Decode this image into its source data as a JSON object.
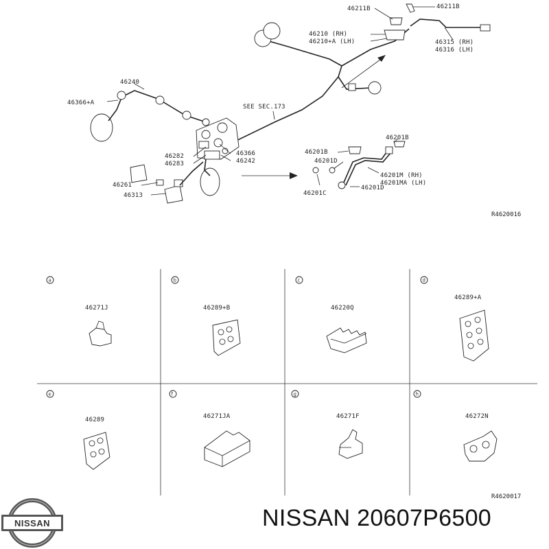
{
  "top_diagram": {
    "labels": {
      "l_46211B_a": "46211B",
      "l_46211B_b": "46211B",
      "l_46210": "46210   (RH)",
      "l_46210A": "46210+A (LH)",
      "l_46315": "46315 (RH)",
      "l_46316": "46316 (LH)",
      "l_46240": "46240",
      "l_46366A": "46366+A",
      "l_seesec": "SEE SEC.173",
      "l_46282": "46282",
      "l_46283": "46283",
      "l_46366": "46366",
      "l_46242": "46242",
      "l_46261": "46261",
      "l_46313": "46313",
      "l_46201B_a": "46201B",
      "l_46201B_b": "46201B",
      "l_46201D_a": "46201D",
      "l_46201D_b": "46201D",
      "l_46201C": "46201C",
      "l_46201M": "46201M  (RH)",
      "l_46201MA": "46201MA (LH)"
    },
    "reference": "R4620016"
  },
  "clip_grid": {
    "cells": [
      {
        "letter": "a",
        "part": "46271J"
      },
      {
        "letter": "b",
        "part": "46289+B"
      },
      {
        "letter": "c",
        "part": "46220Q"
      },
      {
        "letter": "d",
        "part": "46289+A"
      },
      {
        "letter": "e",
        "part": "46289"
      },
      {
        "letter": "f",
        "part": "46271JA"
      },
      {
        "letter": "g",
        "part": "46271F"
      },
      {
        "letter": "h",
        "part": "46272N"
      }
    ],
    "reference": "R4620017"
  },
  "footer": {
    "logo_text": "NISSAN",
    "caption": "NISSAN 20607P6500"
  }
}
